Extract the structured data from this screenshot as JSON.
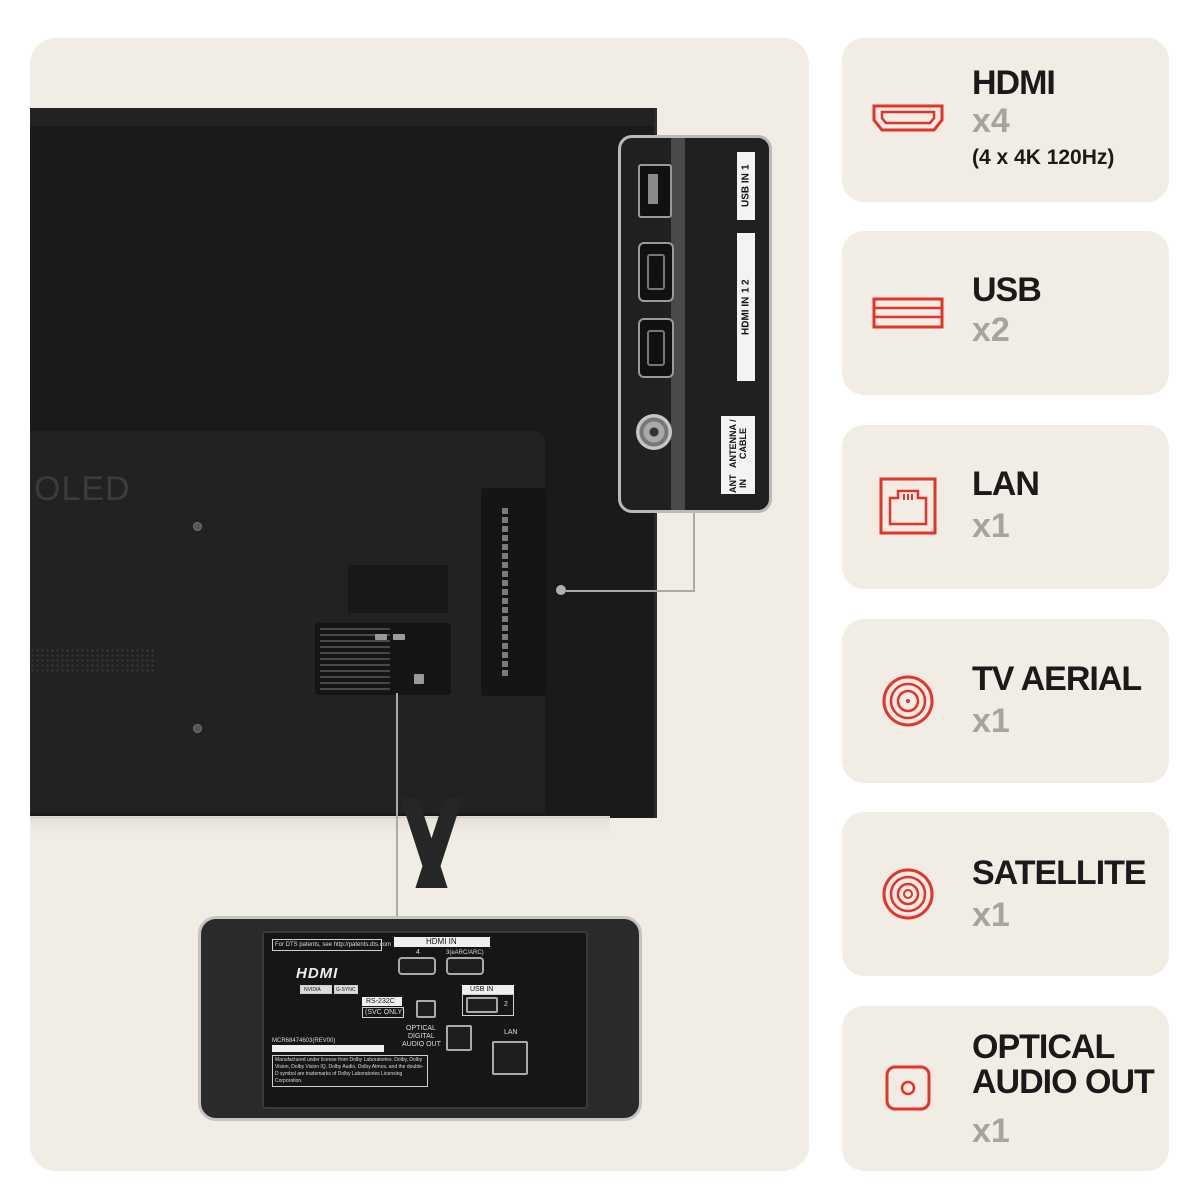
{
  "product": {
    "brand_text": "OLED",
    "side_inset": {
      "usb_label": "USB IN",
      "usb_num": "1",
      "hdmi_label": "HDMI IN",
      "hdmi_num_1": "1",
      "hdmi_num_2": "2",
      "antenna_label": "ANT IN",
      "antenna_label_2": "ANTENNA / CABLE"
    },
    "rear_inset": {
      "patents_text": "For DTS patents, see http://patents.dts.com",
      "hdmi_in_label": "HDMI IN",
      "hdmi_port_4": "4",
      "hdmi_port_3": "3(eARC/ARC)",
      "hdmi_logo": "HDMI",
      "nvidia_text": "NVIDIA",
      "gsync_text": "G-SYNC",
      "rs232c_label": "RS-232C",
      "svc_only_label": "(SVC ONLY)",
      "usb_in_label": "USB IN",
      "usb_num": "2",
      "optical_label_1": "OPTICAL",
      "optical_label_2": "DIGITAL",
      "optical_label_3": "AUDIO OUT",
      "lan_label": "LAN",
      "model_code": "MCR68474603(REV00)",
      "dolby_text": "Manufactured under license from Dolby Laboratories. Dolby, Dolby Vision, Dolby Vision IQ, Dolby Audio, Dolby Atmos, and the double-D symbol are trademarks of Dolby Laboratories Licensing Corporation."
    }
  },
  "specs": [
    {
      "title": "HDMI",
      "count": "x4",
      "note": "(4 x 4K 120Hz)",
      "icon": "hdmi-icon"
    },
    {
      "title": "USB",
      "count": "x2",
      "icon": "usb-icon"
    },
    {
      "title": "LAN",
      "count": "x1",
      "icon": "lan-icon"
    },
    {
      "title": "TV AERIAL",
      "count": "x1",
      "icon": "tv-aerial-icon"
    },
    {
      "title": "SATELLITE",
      "count": "x1",
      "icon": "satellite-icon"
    },
    {
      "title": "OPTICAL",
      "title_2": "AUDIO OUT",
      "count": "x1",
      "icon": "optical-audio-icon"
    }
  ],
  "colors": {
    "accent": "#e5332a",
    "card_bg": "#f1ece4",
    "count_gray": "#a7a39d"
  }
}
